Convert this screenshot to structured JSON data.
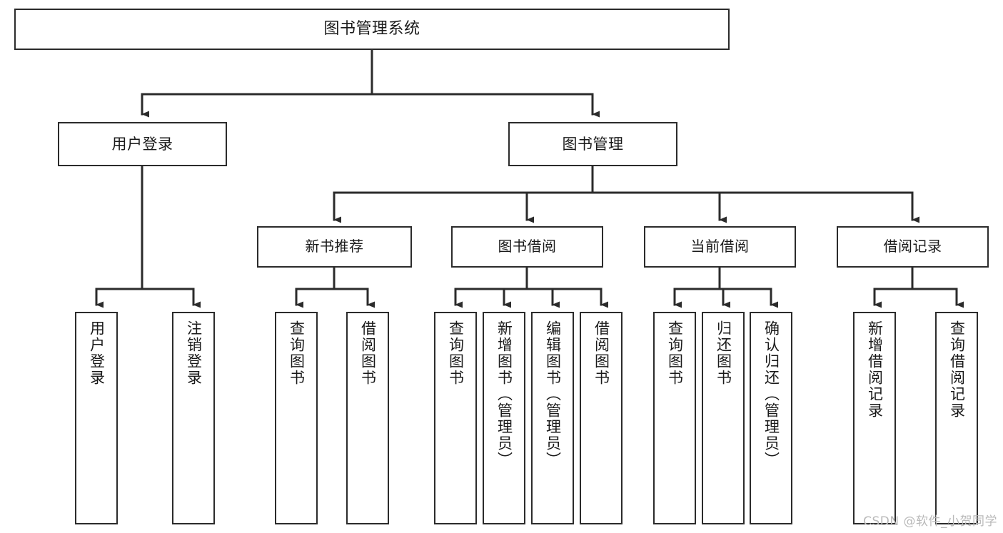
{
  "diagram": {
    "title": "图书管理系统",
    "type": "tree",
    "watermark": "CSDN @软件_小贺同学",
    "colors": {
      "box_border": "#2b2b2b",
      "box_fill": "#ffffff",
      "connector": "#2b2b2b",
      "text": "#1a1a1a",
      "watermark": "#b9b9b9",
      "background": "#ffffff"
    },
    "root": {
      "label": "图书管理系统"
    },
    "level1": [
      {
        "label": "用户登录"
      },
      {
        "label": "图书管理"
      }
    ],
    "level2": [
      {
        "label": "新书推荐"
      },
      {
        "label": "图书借阅"
      },
      {
        "label": "当前借阅"
      },
      {
        "label": "借阅记录"
      }
    ],
    "leaves": {
      "user_login": [
        {
          "label": "用户登录"
        },
        {
          "label": "注销登录"
        }
      ],
      "new_book_recommend": [
        {
          "label": "查询图书"
        },
        {
          "label": "借阅图书"
        }
      ],
      "book_borrow": [
        {
          "label": "查询图书"
        },
        {
          "label": "新增图书（管理员）"
        },
        {
          "label": "编辑图书（管理员）"
        },
        {
          "label": "借阅图书"
        }
      ],
      "current_borrow": [
        {
          "label": "查询图书"
        },
        {
          "label": "归还图书"
        },
        {
          "label": "确认归还（管理员）"
        }
      ],
      "borrow_record": [
        {
          "label": "新增借阅记录"
        },
        {
          "label": "查询借阅记录"
        }
      ]
    }
  }
}
